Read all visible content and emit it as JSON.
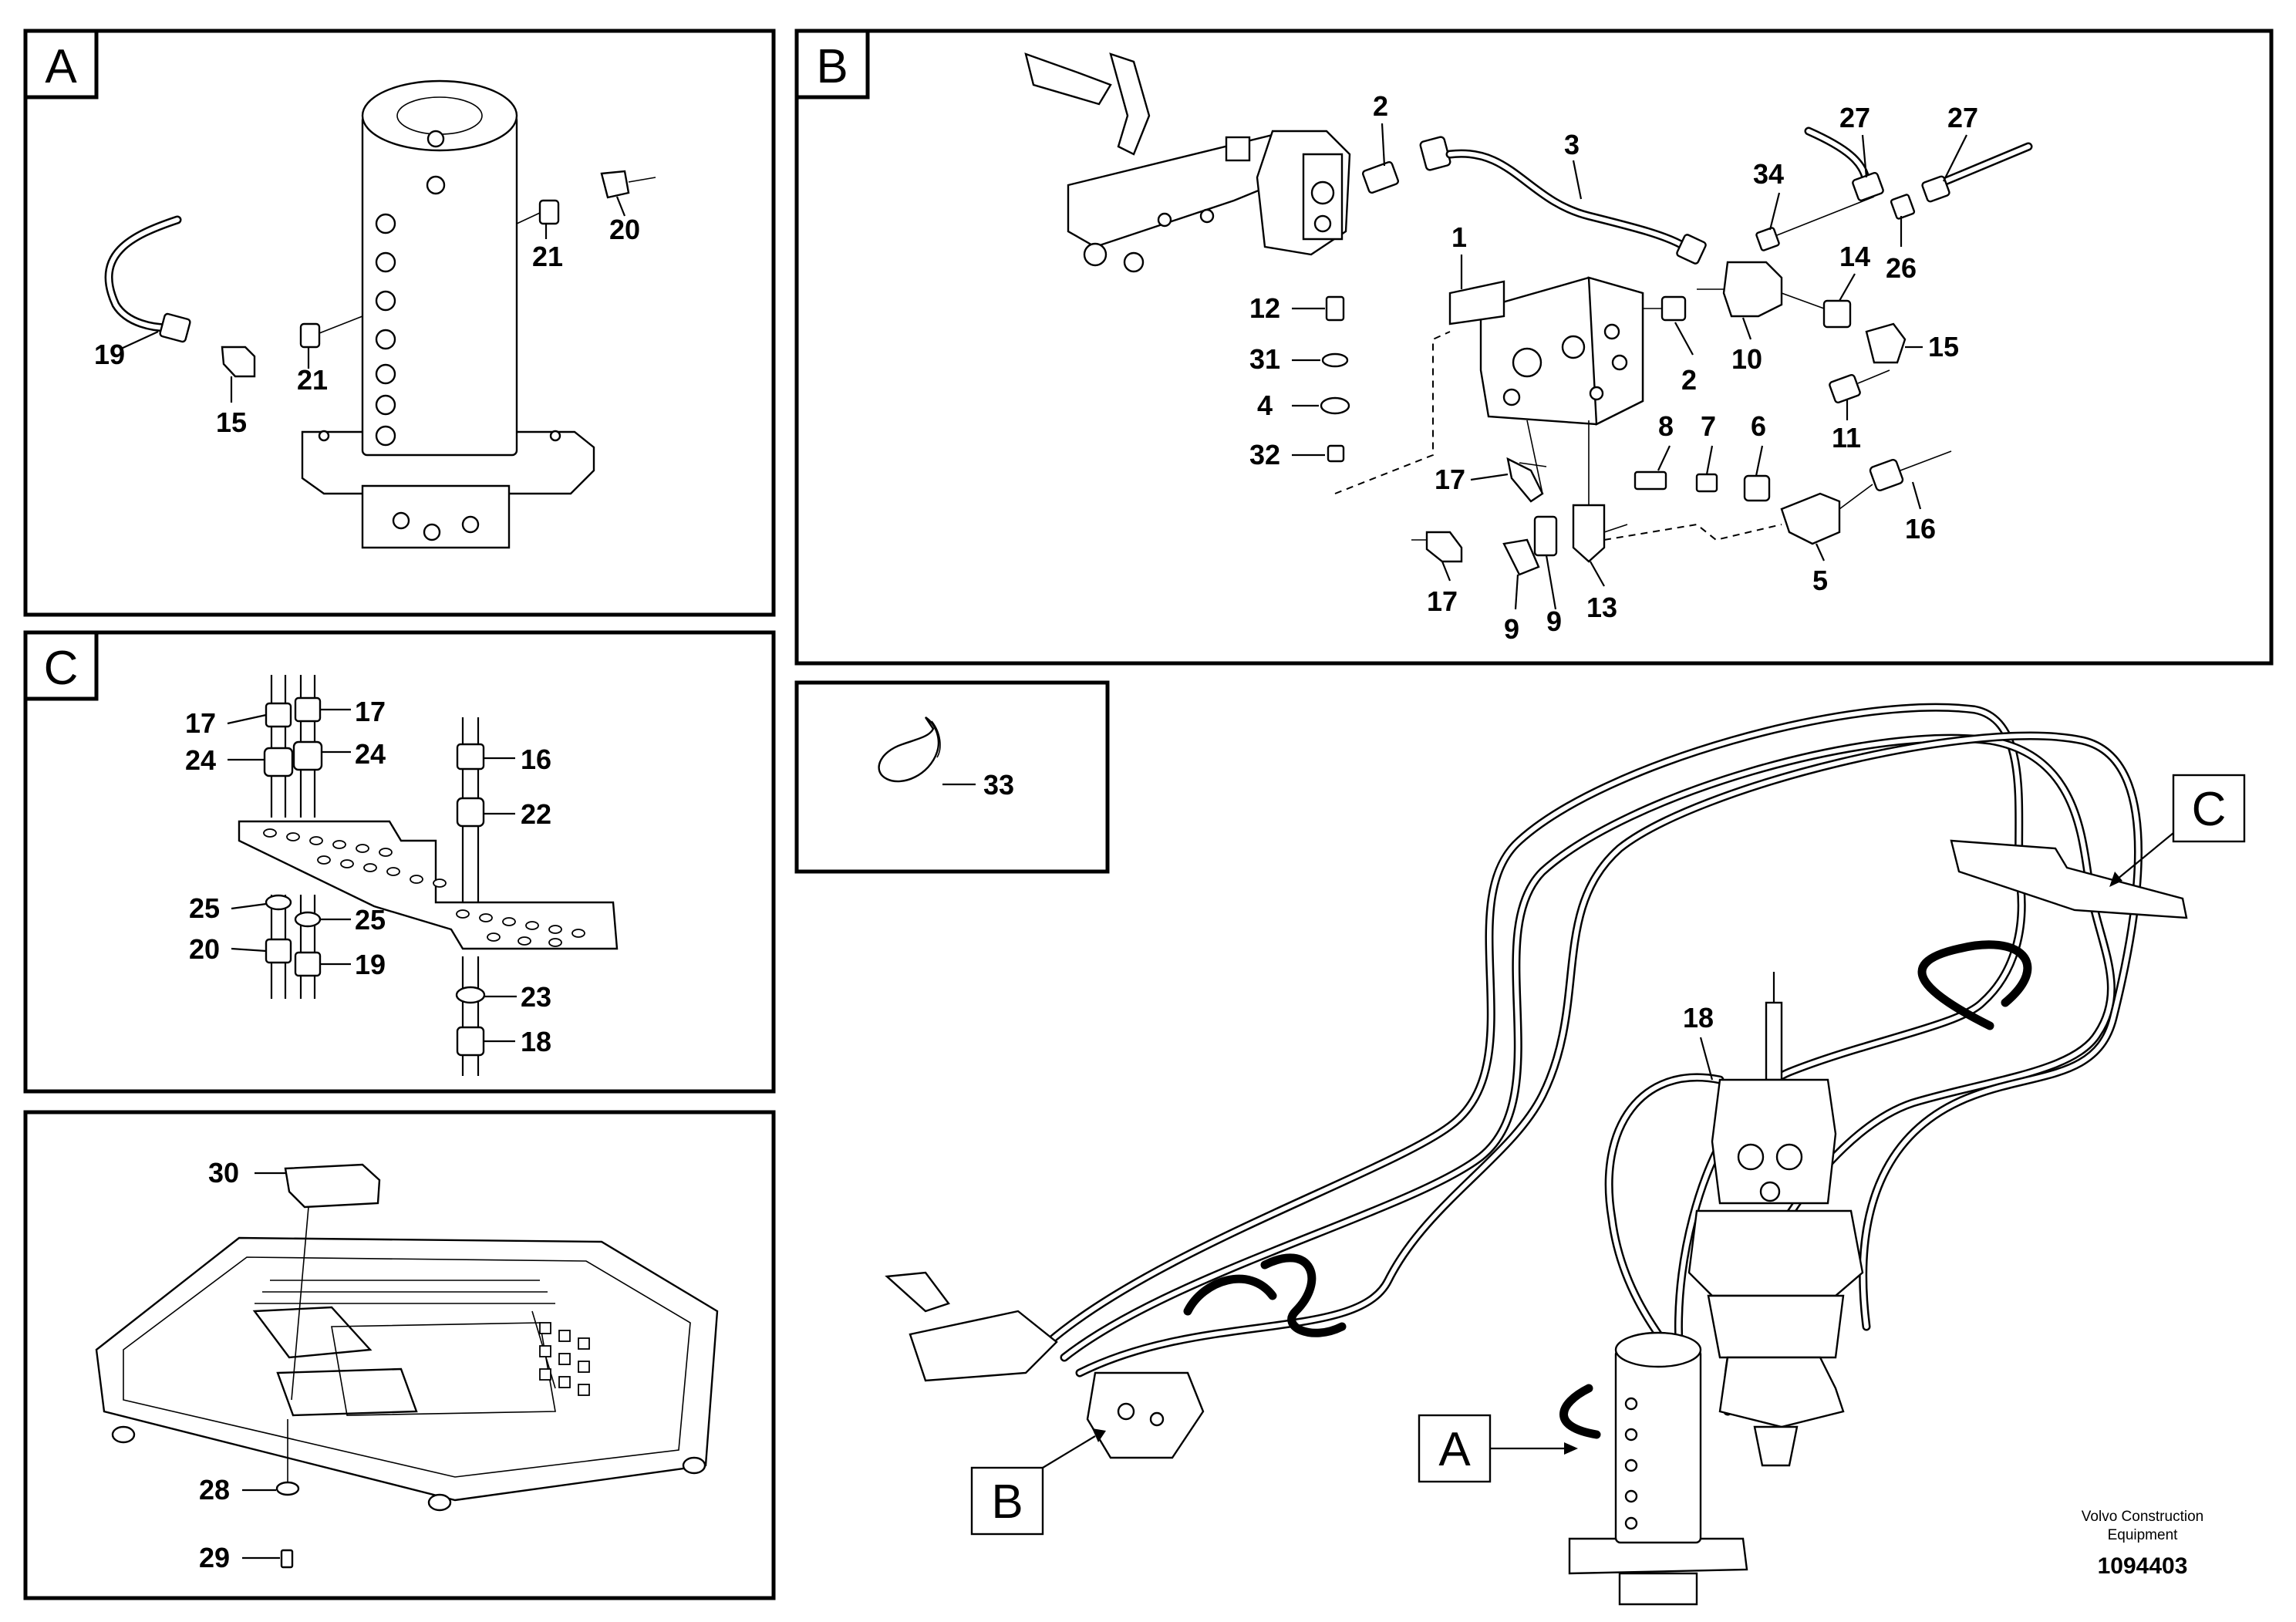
{
  "panels": [
    {
      "letter": "A",
      "callouts": [
        "19",
        "15",
        "21",
        "21",
        "20"
      ]
    },
    {
      "letter": "B",
      "callouts": [
        "2",
        "3",
        "34",
        "27",
        "27",
        "1",
        "12",
        "31",
        "4",
        "32",
        "2",
        "10",
        "14",
        "26",
        "15",
        "11",
        "8",
        "7",
        "6",
        "16",
        "17",
        "17",
        "9",
        "9",
        "13",
        "5"
      ]
    },
    {
      "letter": "C",
      "callouts": [
        "17",
        "17",
        "24",
        "24",
        "16",
        "22",
        "25",
        "25",
        "20",
        "19",
        "23",
        "18"
      ]
    },
    {
      "letter": "",
      "callouts": [
        "30",
        "28",
        "29"
      ]
    },
    {
      "letter": "",
      "callouts": [
        "33"
      ]
    }
  ],
  "overview": {
    "tags": [
      "A",
      "B",
      "C"
    ],
    "callouts": [
      "18"
    ]
  },
  "footer": {
    "brand_line1": "Volvo Construction",
    "brand_line2": "Equipment",
    "doc_number": "1094403"
  }
}
